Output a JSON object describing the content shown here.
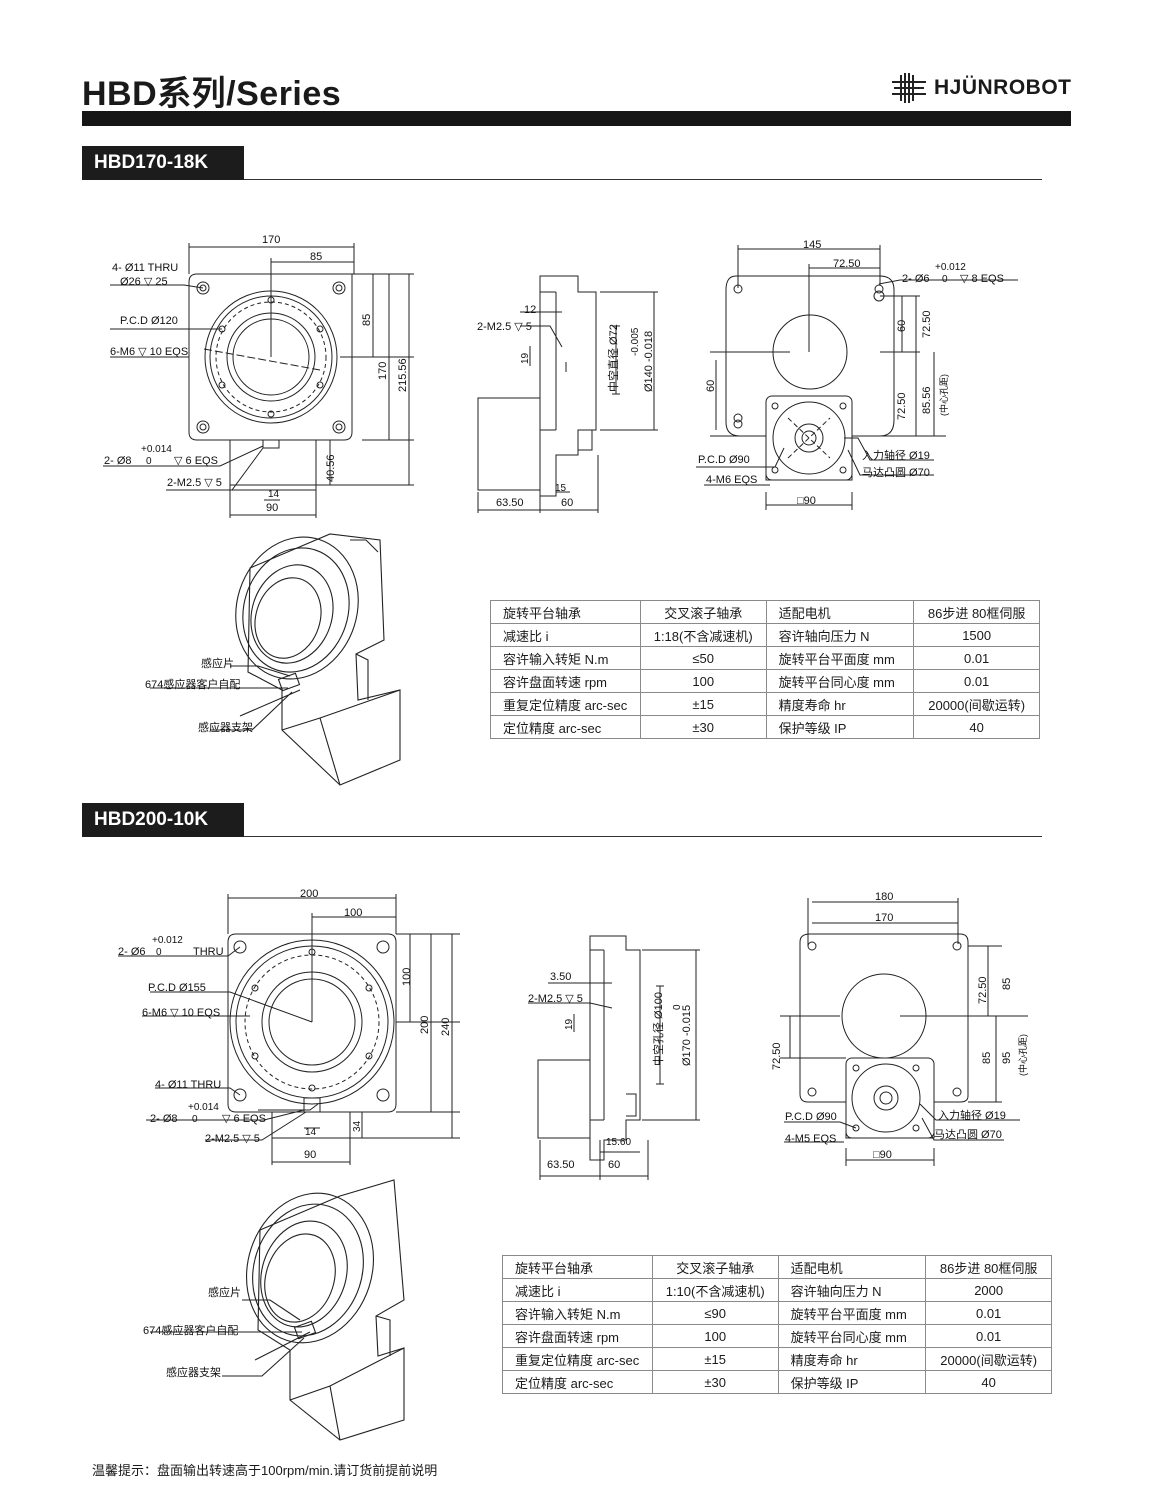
{
  "header": {
    "title": "HBD系列/Series",
    "brand": "HJÜNROBOT"
  },
  "models": [
    {
      "name": "HBD170-18K",
      "front": {
        "width": "170",
        "half": "85",
        "holes": "4- Ø11 THRU",
        "cbore": "Ø26 ▽ 25",
        "pcd": "P.C.D Ø120",
        "taps": "6-M6 ▽ 10 EQS",
        "dim_85": "85",
        "dim_170": "170",
        "dim_215": "215.56",
        "tol": "+0.014",
        "tol0": "0",
        "pin": "2- Ø8",
        "pin_depth": "▽ 6 EQS",
        "m25": "2-M2.5 ▽ 5",
        "dim_40": "40.56",
        "dim_14": "14",
        "dim_90": "90"
      },
      "side": {
        "dim_12": "12",
        "m25": "2-M2.5 ▽ 5",
        "dim_19": "19",
        "bore": "中空直径 Ø72",
        "od": "Ø140 -0.018",
        "od_tol": "-0.005",
        "dim_63": "63.50",
        "dim_60": "60",
        "dim_15": "15"
      },
      "rear": {
        "w145": "145",
        "w72": "72.50",
        "tol": "+0.012",
        "tol0": "0",
        "pin": "2- Ø6",
        "pin_depth": "▽ 8 EQS",
        "d60": "60",
        "d72a": "72.50",
        "d60l": "60",
        "d72b": "72.50",
        "d85": "85.56",
        "center": "(中心孔距)",
        "pcd": "P.C.D Ø90",
        "taps": "4-M6 EQS",
        "shaft": "入力轴径 Ø19",
        "spigot": "马达凸圆 Ø70",
        "sq": "□90"
      },
      "iso": {
        "sensor_plate": "感应片",
        "sensor": "674感应器客户自配",
        "bracket": "感应器支架"
      },
      "table": [
        [
          "旋转平台轴承",
          "交叉滚子轴承",
          "适配电机",
          "86步进 80框伺服"
        ],
        [
          "减速比 i",
          "1:18(不含减速机)",
          "容许轴向压力 N",
          "1500"
        ],
        [
          "容许输入转矩 N.m",
          "≤50",
          "旋转平台平面度 mm",
          "0.01"
        ],
        [
          "容许盘面转速 rpm",
          "100",
          "旋转平台同心度 mm",
          "0.01"
        ],
        [
          "重复定位精度 arc-sec",
          "±15",
          "精度寿命 hr",
          "20000(间歇运转)"
        ],
        [
          "定位精度 arc-sec",
          "±30",
          "保护等级 IP",
          "40"
        ]
      ]
    },
    {
      "name": "HBD200-10K",
      "front": {
        "width": "200",
        "half": "100",
        "tol": "+0.012",
        "tol0": "0",
        "pin6": "2- Ø6",
        "thru": "THRU",
        "pcd": "P.C.D Ø155",
        "taps": "6-M6 ▽ 10 EQS",
        "holes": "4- Ø11 THRU",
        "tol2": "+0.014",
        "tol20": "0",
        "pin8": "2- Ø8",
        "pin_depth": "▽ 6 EQS",
        "m25": "2-M2.5 ▽ 5",
        "dim_100": "100",
        "dim_200": "200",
        "dim_240": "240",
        "dim_34": "34",
        "dim_14": "14",
        "dim_90": "90"
      },
      "side": {
        "dim_350": "3.50",
        "m25": "2-M2.5 ▽ 5",
        "dim_19": "19",
        "bore": "中空孔径 Ø100",
        "od": "Ø170 -0.015",
        "od_tol": "0",
        "dim_63": "63.50",
        "dim_60": "60",
        "dim_1560": "15.60"
      },
      "rear": {
        "w180": "180",
        "w170": "170",
        "d72a": "72.50",
        "d85": "85",
        "d72l": "72.50",
        "d85b": "85",
        "d95": "95",
        "center": "(中心孔距)",
        "pcd": "P.C.D Ø90",
        "taps": "4-M5 EQS",
        "shaft": "入力轴径 Ø19",
        "spigot": "马达凸圆 Ø70",
        "sq": "□90"
      },
      "iso": {
        "sensor_plate": "感应片",
        "sensor": "674感应器客户自配",
        "bracket": "感应器支架"
      },
      "table": [
        [
          "旋转平台轴承",
          "交叉滚子轴承",
          "适配电机",
          "86步进 80框伺服"
        ],
        [
          "减速比 i",
          "1:10(不含减速机)",
          "容许轴向压力 N",
          "2000"
        ],
        [
          "容许输入转矩 N.m",
          "≤90",
          "旋转平台平面度 mm",
          "0.01"
        ],
        [
          "容许盘面转速 rpm",
          "100",
          "旋转平台同心度 mm",
          "0.01"
        ],
        [
          "重复定位精度 arc-sec",
          "±15",
          "精度寿命 hr",
          "20000(间歇运转)"
        ],
        [
          "定位精度 arc-sec",
          "±30",
          "保护等级 IP",
          "40"
        ]
      ]
    }
  ],
  "footer": {
    "note": "温馨提示：盘面输出转速高于100rpm/min.请订货前提前说明"
  }
}
